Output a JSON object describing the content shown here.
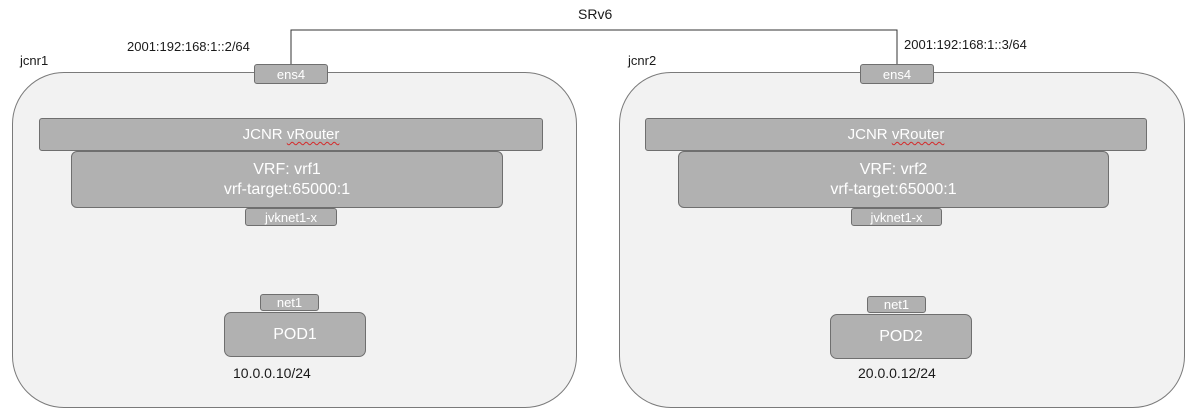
{
  "link": {
    "label": "SRv6"
  },
  "hosts": [
    {
      "name": "jcnr1",
      "ens4_label": "ens4",
      "ens4_address": "2001:192:168:1::2/64",
      "vrouter_prefix": "JCNR ",
      "vrouter_word": "vRouter",
      "vrf_name": "VRF: vrf1",
      "vrf_target": "vrf-target:65000:1",
      "vrf_iface": "jvknet1-x",
      "pod_iface": "net1",
      "pod_name": "POD1",
      "pod_address": "10.0.0.10/24"
    },
    {
      "name": "jcnr2",
      "ens4_label": "ens4",
      "ens4_address": "2001:192:168:1::3/64",
      "vrouter_prefix": "JCNR ",
      "vrouter_word": "vRouter",
      "vrf_name": "VRF: vrf2",
      "vrf_target": "vrf-target:65000:1",
      "vrf_iface": "jvknet1-x",
      "pod_iface": "net1",
      "pod_name": "POD2",
      "pod_address": "20.0.0.12/24"
    }
  ],
  "colors": {
    "host_fill": "#f2f2f2",
    "component_fill": "#b1b1b1",
    "line": "#333333"
  }
}
